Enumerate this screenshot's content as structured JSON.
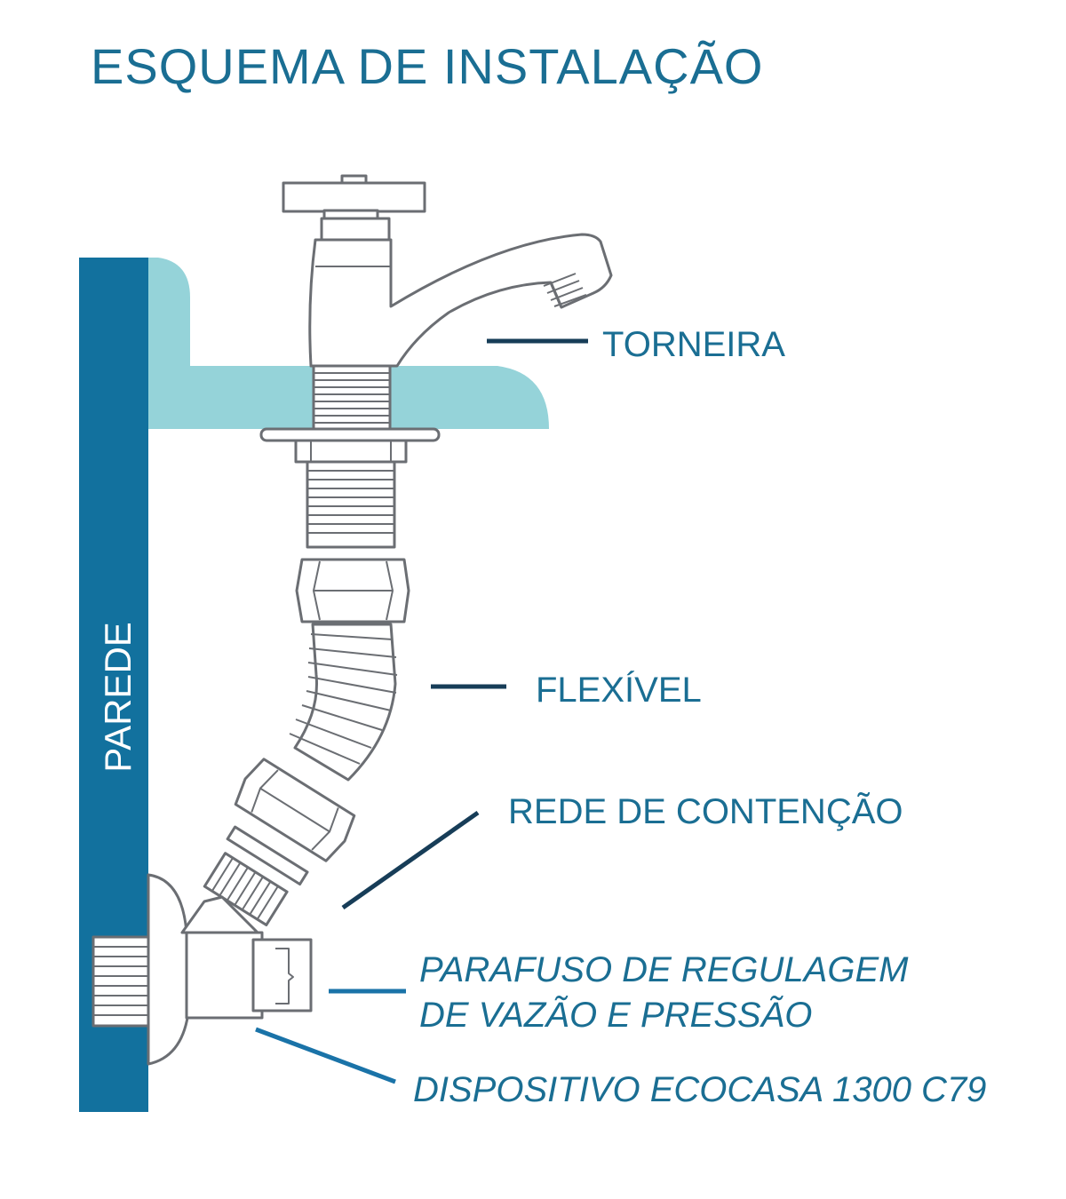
{
  "title": "ESQUEMA DE INSTALAÇÃO",
  "wall_label": "PAREDE",
  "labels": {
    "torneira": "TORNEIRA",
    "flexivel": "FLEXÍVEL",
    "rede": "REDE DE CONTENÇÃO",
    "parafuso_line1": "PARAFUSO DE REGULAGEM",
    "parafuso_line2": "DE VAZÃO E PRESSÃO",
    "dispositivo": "DISPOSITIVO ECOCASA 1300 C79"
  },
  "colors": {
    "title_text": "#1a6e93",
    "label_text": "#1a6e93",
    "wall": "#12719e",
    "sink": "#95d3d9",
    "leader_dark": "#173d58",
    "leader_blue": "#1a73a8",
    "outline": "#6b6e73",
    "fill": "#ffffff"
  },
  "icons": {
    "faucet": "faucet-icon",
    "valve": "valve-icon"
  }
}
